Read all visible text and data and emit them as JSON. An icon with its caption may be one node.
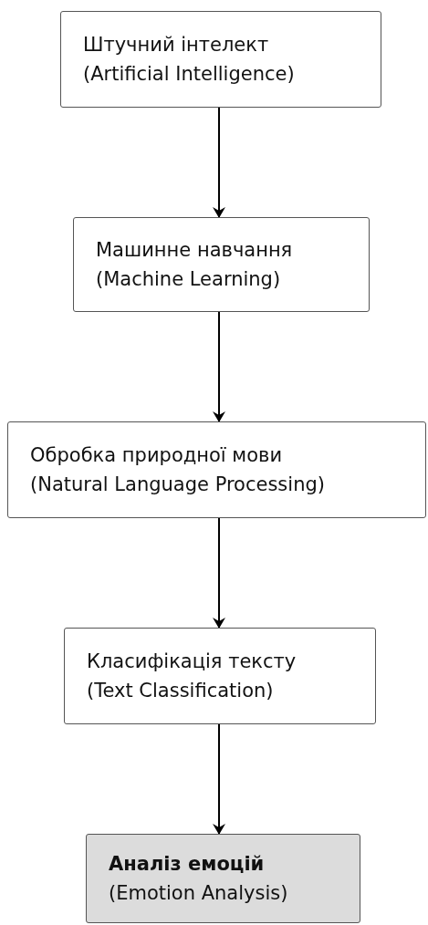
{
  "diagram": {
    "nodes": [
      {
        "text": [
          "Штучний інтелект",
          "(Artificial Intelligence)"
        ]
      },
      {
        "text": [
          "Машинне навчання",
          "(Machine Learning)"
        ]
      },
      {
        "text": [
          "Обробка природної мови",
          "(Natural Language Processing)"
        ]
      },
      {
        "text": [
          "Класифікація тексту",
          "(Text Classification)"
        ]
      },
      {
        "text": [
          "**Аналіз емоцій**",
          "(Emotion Analysis)"
        ]
      }
    ],
    "edges": [
      {
        "from": 0,
        "to": 1,
        "arrow": "to"
      },
      {
        "from": 1,
        "to": 2,
        "arrow": "to"
      },
      {
        "from": 2,
        "to": 3,
        "arrow": "to"
      },
      {
        "from": 3,
        "to": 4,
        "arrow": "to"
      }
    ]
  }
}
